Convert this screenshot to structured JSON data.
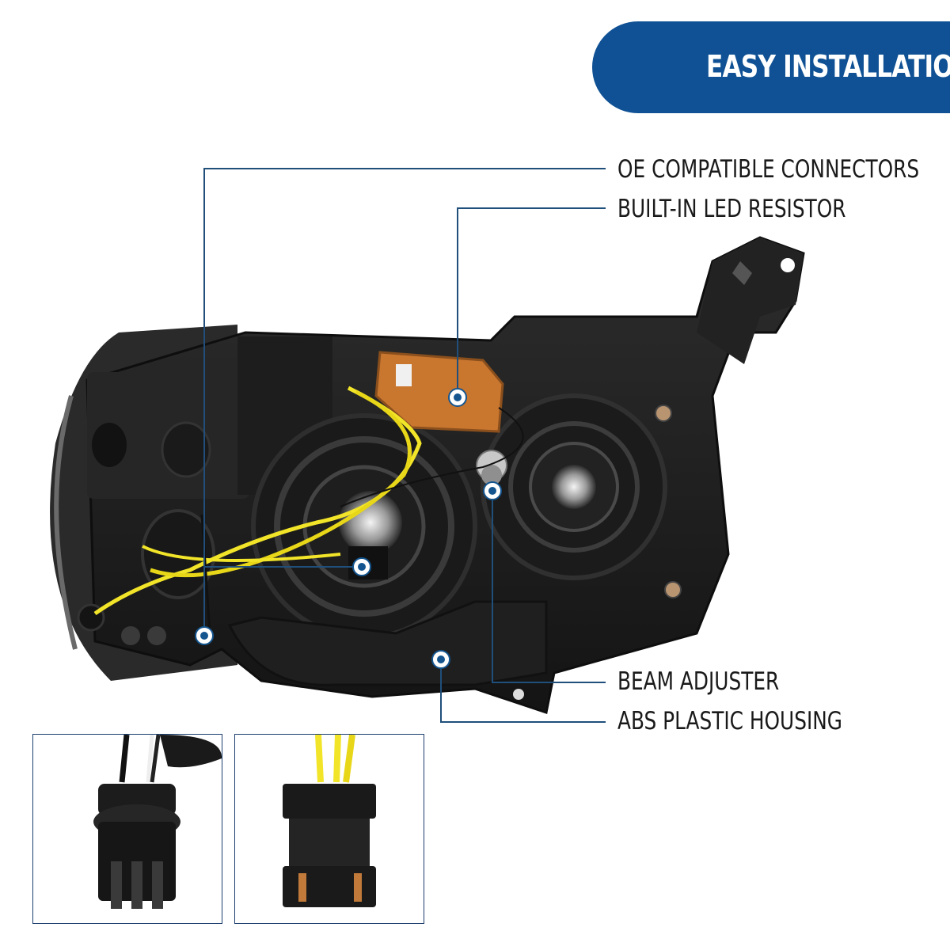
{
  "banner": {
    "title": "EASY INSTALLATION"
  },
  "callouts": [
    {
      "id": "oe-connectors",
      "label": "OE COMPATIBLE CONNECTORS"
    },
    {
      "id": "led-resistor",
      "label": "BUILT-IN LED RESISTOR"
    },
    {
      "id": "beam-adjuster",
      "label": "BEAM ADJUSTER"
    },
    {
      "id": "abs-housing",
      "label": "ABS PLASTIC HOUSING"
    }
  ],
  "colors": {
    "banner": "#0f5194",
    "leader_line": "#1f4f7a",
    "marker": "#14558f",
    "housing": "#1c1c1c",
    "wire": "#f2e529",
    "resistor": "#c9762f",
    "thumb_border": "#1d3f6e"
  },
  "thumbnails": [
    {
      "name": "wedge-bulb-socket-closeup"
    },
    {
      "name": "harness-connector-closeup"
    }
  ]
}
